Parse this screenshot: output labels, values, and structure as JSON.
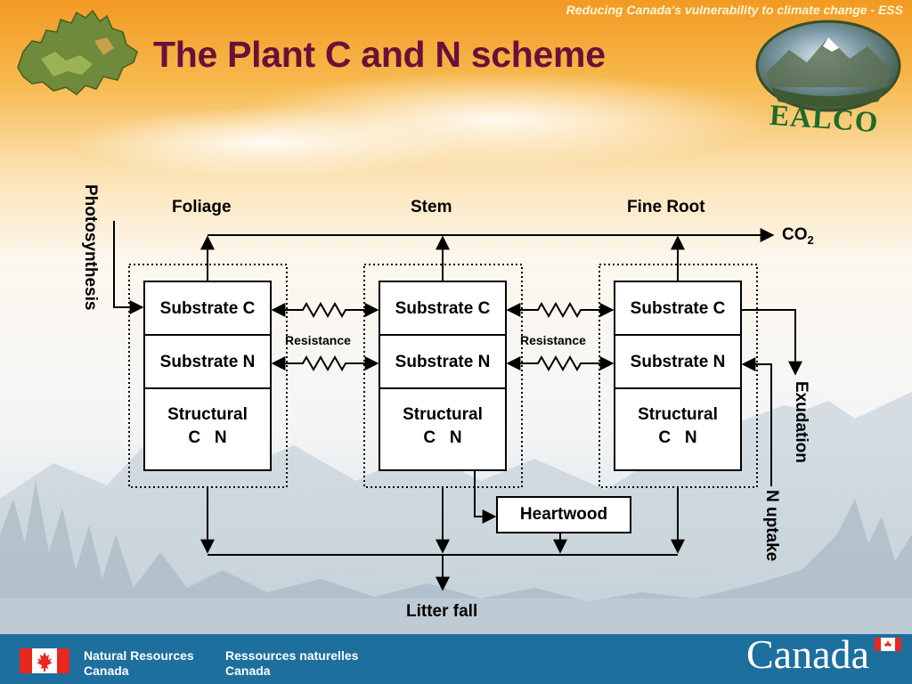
{
  "header": {
    "tagline": "Reducing Canada's vulnerability to climate change - ESS",
    "title": "The Plant C and N scheme",
    "logo_text": "EALCO"
  },
  "diagram": {
    "columns": [
      "Foliage",
      "Stem",
      "Fine Root"
    ],
    "pools": {
      "substrate_c": "Substrate C",
      "substrate_n": "Substrate N",
      "structural_line1": "Structural",
      "structural_line2": "C   N"
    },
    "resistance_label": "Resistance",
    "co2_base": "CO",
    "co2_sub": "2",
    "heartwood": "Heartwood",
    "litter_fall": "Litter fall",
    "photosynthesis": "Photosynthesis",
    "exudation": "Exudation",
    "n_uptake": "N uptake"
  },
  "footer": {
    "nrc_en_line1": "Natural Resources",
    "nrc_en_line2": "Canada",
    "nrc_fr_line1": "Ressources naturelles",
    "nrc_fr_line2": "Canada",
    "wordmark": "Canada"
  },
  "colors": {
    "title": "#6b0f3a",
    "footer": "#1d6f9e",
    "flag_red": "#e8271f",
    "logo_green": "#1f6b2b"
  }
}
